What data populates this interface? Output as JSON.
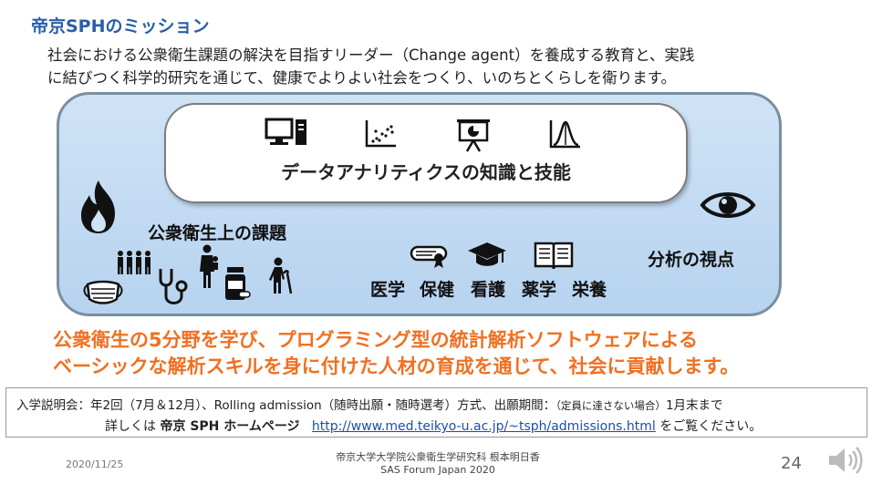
{
  "slide": {
    "title": "帝京SPHのミッション",
    "mission_line1": "社会における公衆衛生課題の解決を目指すリーダー（Change agent）を養成する教育と、実践",
    "mission_line2": "に結びつく科学的研究を通じて、健康でよりよい社会をつくり、いのちとくらしを衛ります。",
    "data_analytics_label": "データアナリティクスの知識と技能",
    "public_health_label": "公衆衛生上の課題",
    "analysis_label": "分析の視点",
    "disciplines": [
      "医学",
      "保健",
      "看護",
      "薬学",
      "栄養"
    ],
    "orange_line1": "公衆衛生の5分野を学び、プログラミング型の統計解析ソフトウェアによる",
    "orange_line2": "ベーシックな解析スキルを身に付けた人材の育成を通じて、社会に貢献します。",
    "info_line1_main": "入学説明会：年2回（7月＆12月）、Rolling admission（随時出願・随時選考）方式、出願期間：",
    "info_line1_small": "（定員に達さない場合）",
    "info_line1_tail": "1月末まで",
    "info_line2_prefix": "詳しくは ",
    "info_line2_bold": "帝京 SPH ホームページ",
    "info_url": "http://www.med.teikyo-u.ac.jp/~tsph/admissions.html",
    "info_line2_suffix": " をご覧ください。",
    "footer_date": "2020/11/25",
    "footer_line1": "帝京大学大学院公衆衛生学研究科 根本明日香",
    "footer_line2": "SAS Forum Japan 2020",
    "page_number": "24"
  },
  "icons": [
    "computer-icon",
    "scatter-plot-icon",
    "presentation-icon",
    "distribution-curve-icon",
    "fire-icon",
    "eye-icon",
    "people-icon",
    "mask-icon",
    "stethoscope-icon",
    "family-icon",
    "medicine-icon",
    "elderly-icon",
    "diploma-icon",
    "graduation-cap-icon",
    "book-icon",
    "speaker-icon"
  ]
}
